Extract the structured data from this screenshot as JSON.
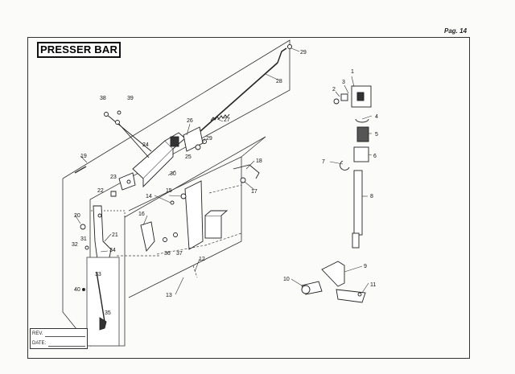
{
  "page_label": "Pag. 14",
  "title": "PRESSER BAR",
  "rev_label": "REV.",
  "date_label": "DATE:",
  "callouts": [
    "1",
    "2",
    "3",
    "4",
    "5",
    "6",
    "7",
    "8",
    "9",
    "10",
    "11",
    "12",
    "13",
    "14",
    "15",
    "16",
    "17",
    "18",
    "19",
    "20",
    "21",
    "22",
    "23",
    "24",
    "25",
    "26",
    "27",
    "28",
    "29",
    "29",
    "30",
    "31",
    "32",
    "33",
    "34",
    "35",
    "36",
    "37",
    "38",
    "39",
    "40"
  ]
}
